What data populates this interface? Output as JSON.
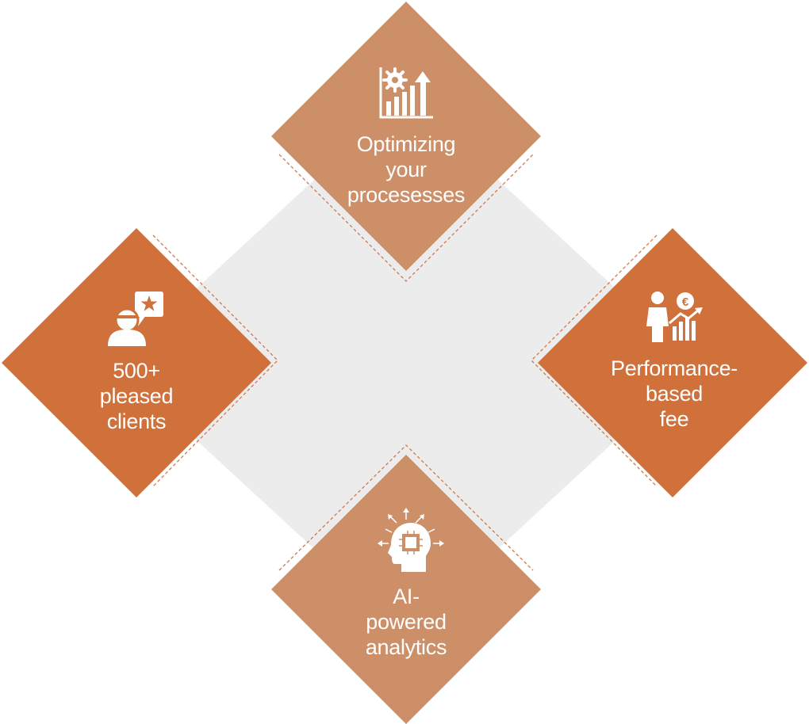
{
  "diagram": {
    "colors": {
      "center": "#ececec",
      "light_diamond": "#cd8f68",
      "dark_diamond": "#d0703a",
      "dashed": "#cd7a4e",
      "icon": "#ffffff"
    },
    "nodes": [
      {
        "id": "top",
        "icon": "gear-chart-growth-icon",
        "lines": [
          "Optimizing",
          "your",
          "procesesses"
        ]
      },
      {
        "id": "left",
        "icon": "client-star-review-icon",
        "lines": [
          "500+",
          "pleased",
          "clients"
        ]
      },
      {
        "id": "right",
        "icon": "person-euro-growth-icon",
        "lines": [
          "Performance-",
          "based",
          "fee"
        ]
      },
      {
        "id": "bottom",
        "icon": "ai-head-circuit-icon",
        "lines": [
          "AI-",
          "powered",
          "analytics"
        ]
      }
    ]
  }
}
